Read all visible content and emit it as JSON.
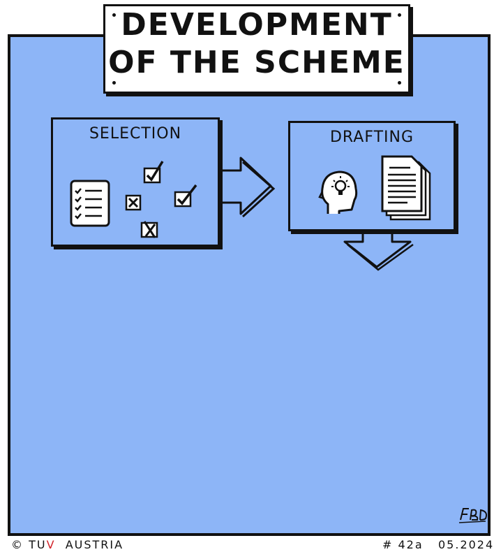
{
  "title": {
    "line1": "Development",
    "line2": "of the Scheme"
  },
  "steps": [
    {
      "label": "Selection",
      "icons": [
        "checklist-clipboard",
        "checked-box",
        "crossed-box"
      ]
    },
    {
      "label": "Drafting",
      "icons": [
        "head-with-lightbulb",
        "document-stack"
      ]
    }
  ],
  "footer": {
    "copyright_symbol": "©",
    "brand_prefix": "TU",
    "brand_v": "V",
    "brand_suffix": "AUSTRIA",
    "issue": "# 42a",
    "date": "05.2024",
    "signature": "FbD."
  },
  "colors": {
    "board": "#8db5f7",
    "ink": "#111111",
    "brand_red": "#d2232a",
    "paper": "#ffffff"
  }
}
